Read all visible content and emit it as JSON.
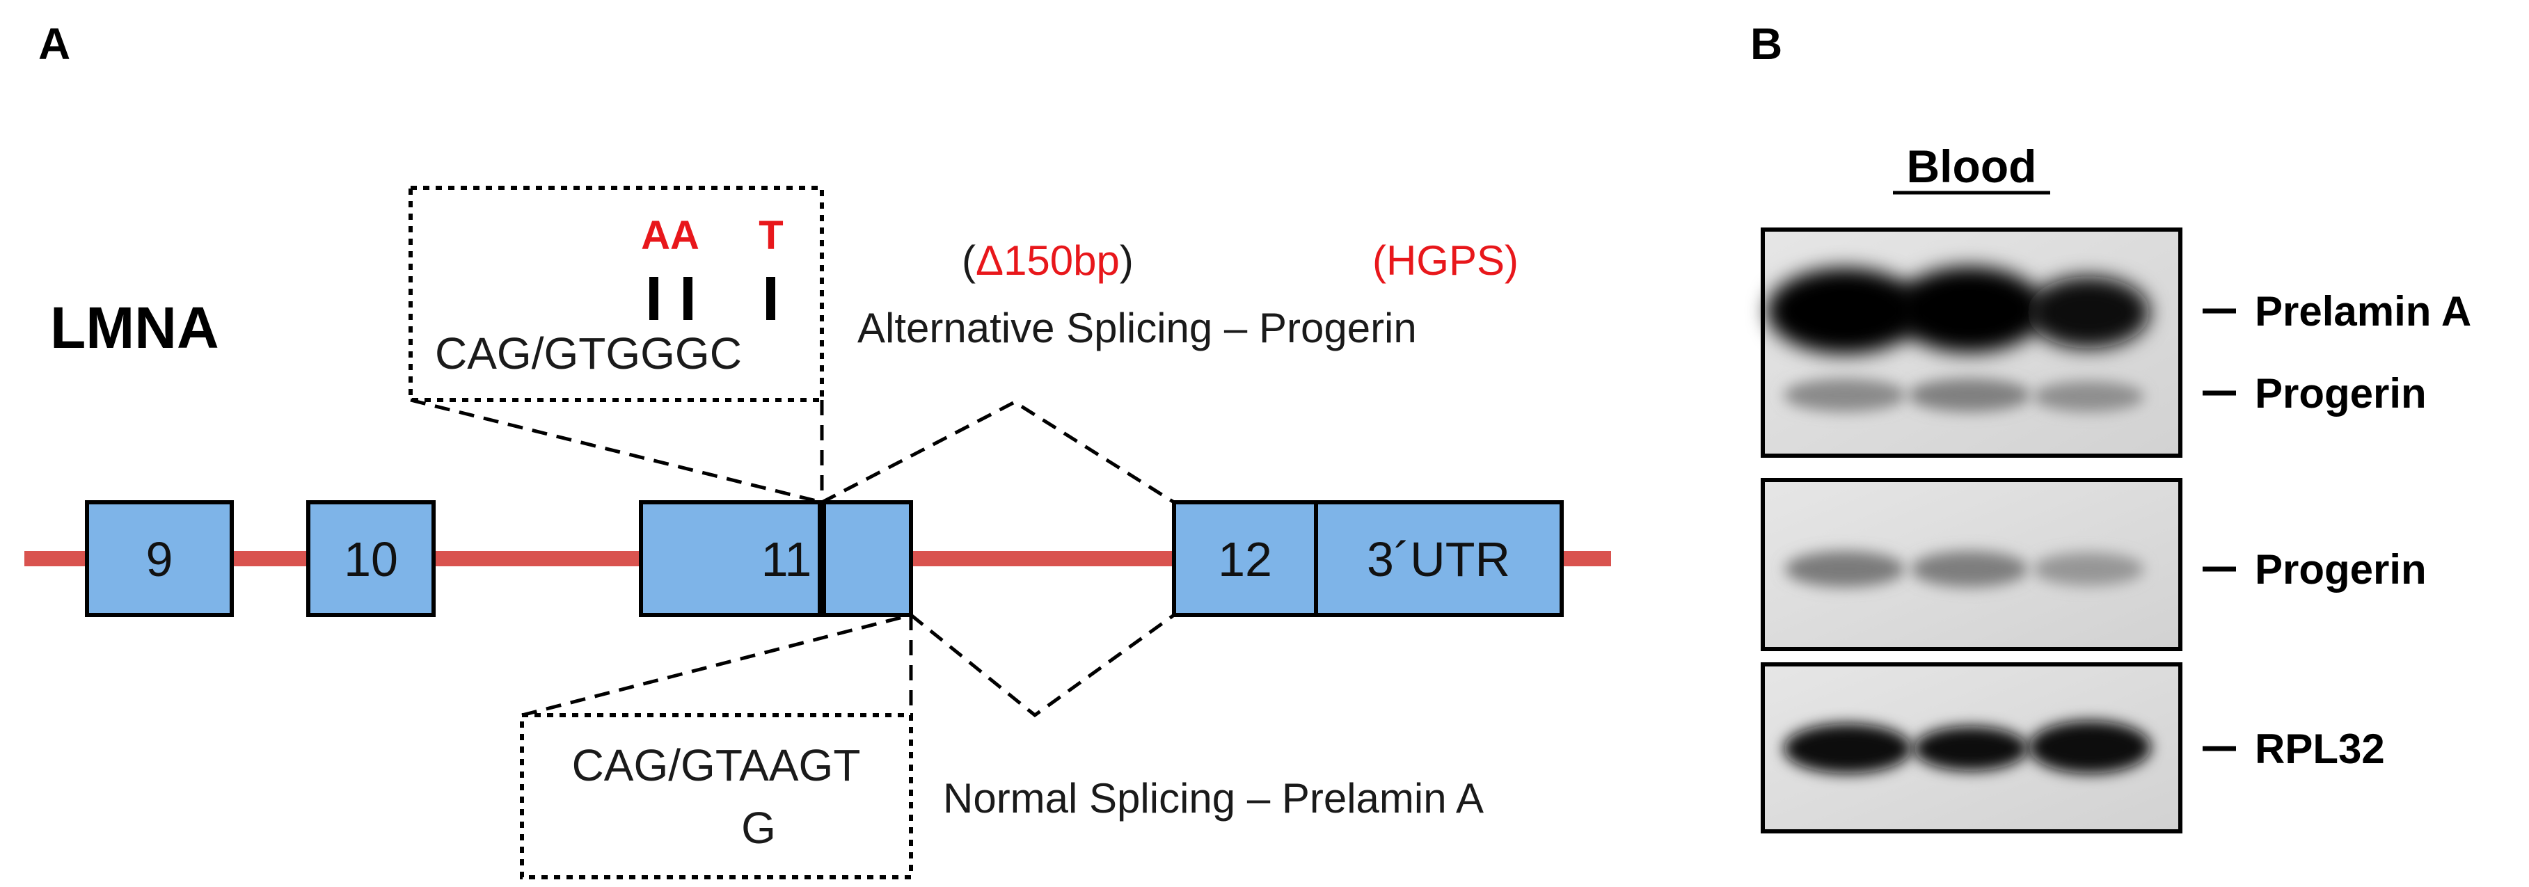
{
  "colors": {
    "exon_fill": "#7eb4e8",
    "intron_line": "#d9534f",
    "highlight": "#e8171b",
    "gel_background": "#dcdcdc"
  },
  "panel_a": {
    "letter": "A",
    "gene": "LMNA",
    "exons": [
      {
        "label": "9"
      },
      {
        "label": "10"
      },
      {
        "label": "11"
      },
      {
        "label": "12"
      },
      {
        "label": "3´UTR"
      }
    ],
    "mutant_box": {
      "mutations_left": "AA",
      "mutations_right": "T",
      "sequence": "CAG/GTGGGC"
    },
    "normal_box": {
      "line1": "CAG/GTAAGT",
      "line2": "G"
    },
    "alternative": {
      "paren_open": "(",
      "deletion": "Δ150bp",
      "paren_close": ")",
      "disease": "(HGPS)",
      "caption": "Alternative Splicing – Progerin"
    },
    "normal_caption": "Normal Splicing – Prelamin A"
  },
  "panel_b": {
    "letter": "B",
    "tissue": "Blood",
    "band_labels": {
      "prelamin": "Prelamin A",
      "progerin_top": "Progerin",
      "progerin_mid": "Progerin",
      "rpl32": "RPL32"
    }
  }
}
